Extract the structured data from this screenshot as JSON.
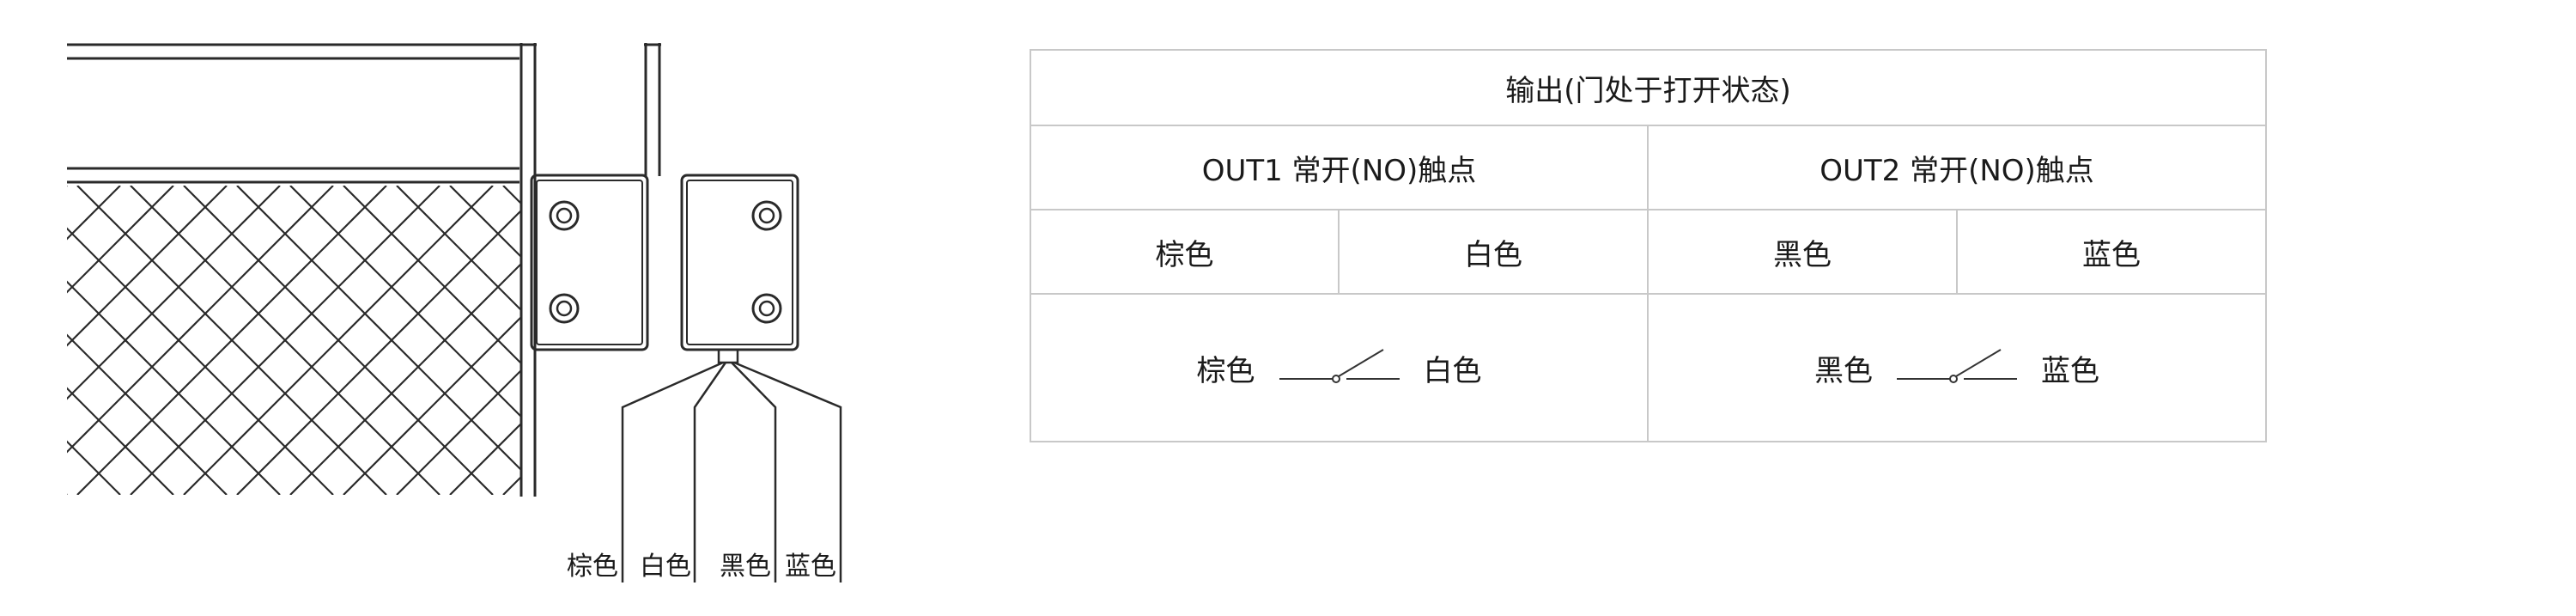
{
  "table": {
    "title": "输出(门处于打开状态)",
    "groups": [
      {
        "name": "OUT1 常开(NO)触点",
        "color_a": "棕色",
        "color_b": "白色",
        "switch_left": "棕色",
        "switch_right": "白色"
      },
      {
        "name": "OUT2 常开(NO)触点",
        "color_a": "黑色",
        "color_b": "蓝色",
        "switch_left": "黑色",
        "switch_right": "蓝色"
      }
    ]
  },
  "wires": [
    "棕色",
    "白色",
    "黑色",
    "蓝色"
  ]
}
